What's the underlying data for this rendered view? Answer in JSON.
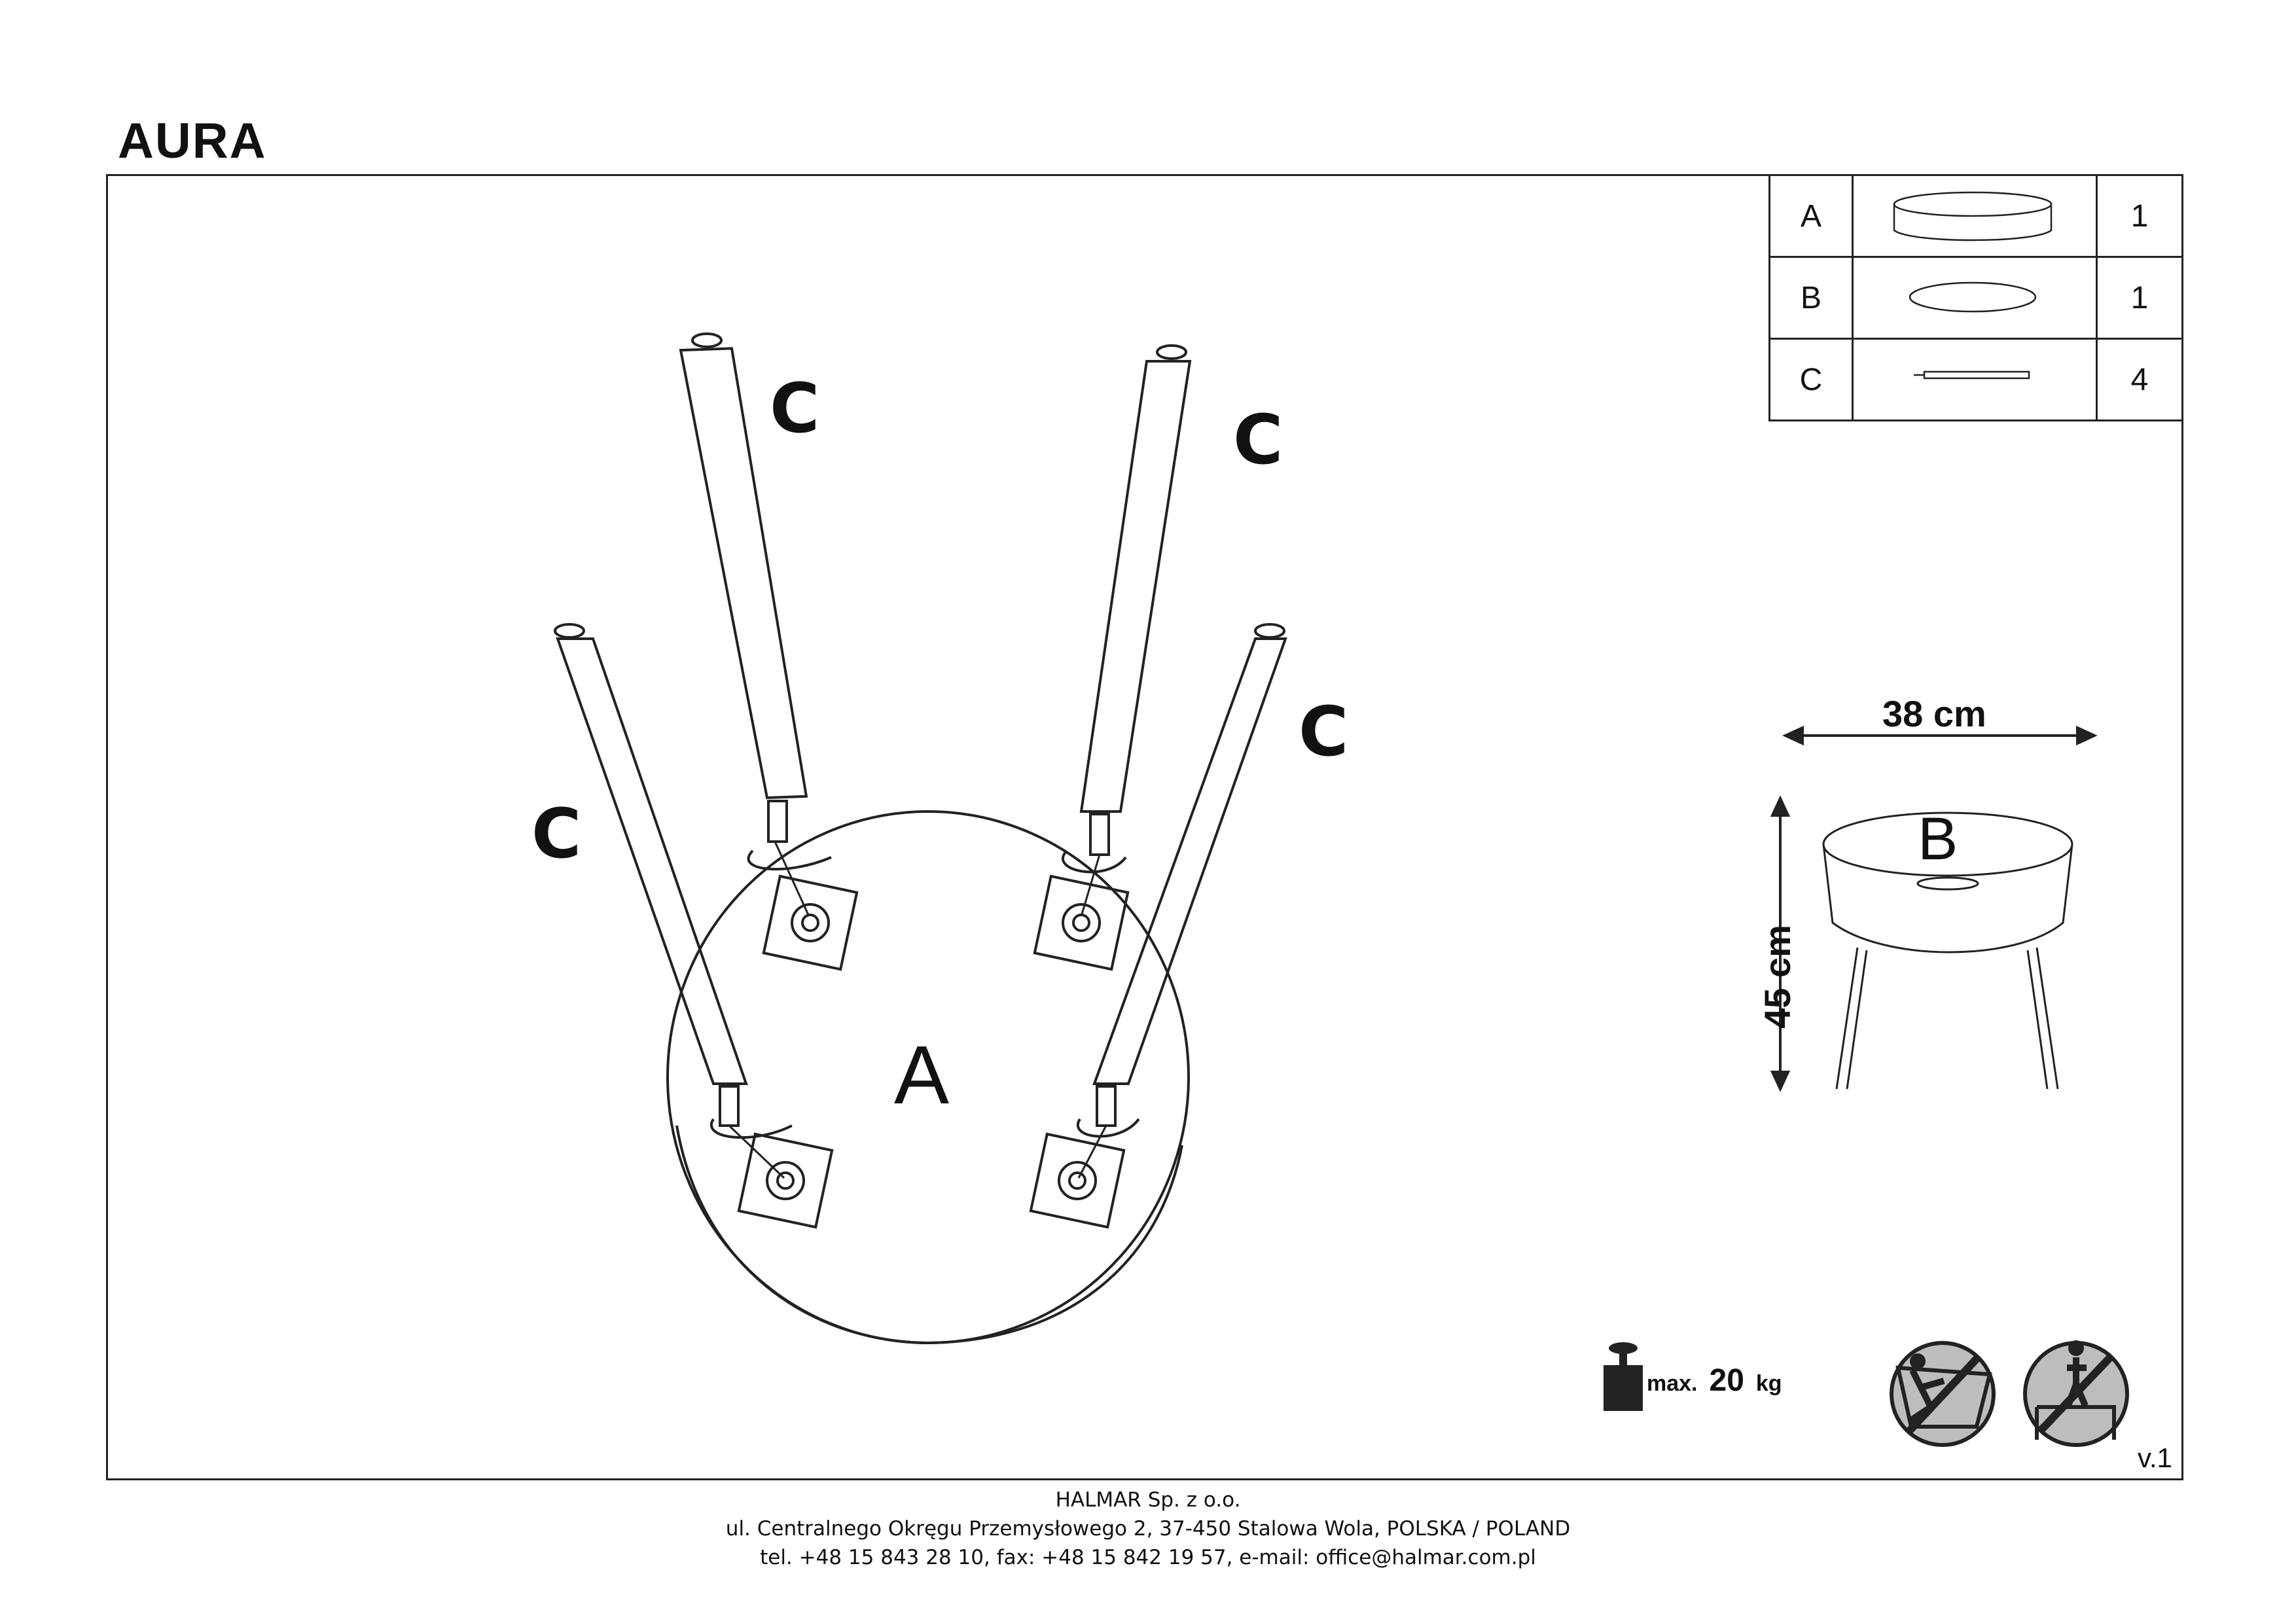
{
  "title": "AURA",
  "parts": [
    {
      "label": "A",
      "icon": "tabletop-drum-icon",
      "qty": "1"
    },
    {
      "label": "B",
      "icon": "glass-lid-icon",
      "qty": "1"
    },
    {
      "label": "C",
      "icon": "leg-icon",
      "qty": "4"
    }
  ],
  "assembly": {
    "body_label": "A",
    "leg_label": "C"
  },
  "dimensions": {
    "width": "38 cm",
    "height": "45 cm",
    "lid_label": "B"
  },
  "load": {
    "prefix": "max.",
    "value": "20",
    "unit": "kg"
  },
  "warnings": [
    "no-climbing-icon",
    "no-standing-icon"
  ],
  "version": "v.1",
  "footer": {
    "company": "HALMAR Sp. z o.o.",
    "address": "ul. Centralnego Okręgu Przemysłowego 2, 37-450 Stalowa Wola, POLSKA / POLAND",
    "contact": "tel. +48 15 843 28 10, fax: +48 15 842 19 57, e-mail: office@halmar.com.pl"
  }
}
